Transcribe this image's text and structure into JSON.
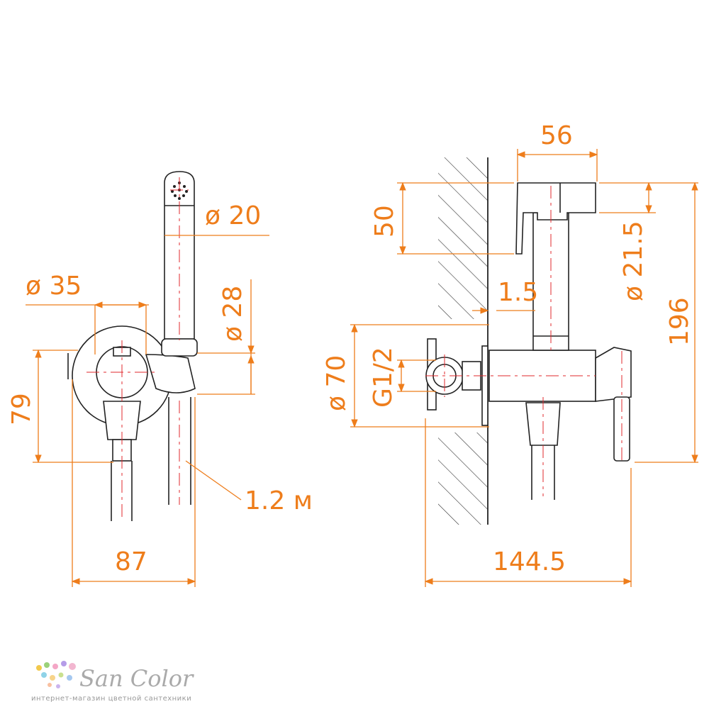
{
  "dimensions": {
    "front": {
      "spray_diameter": "ø 20",
      "body_diameter": "ø 35",
      "hose_diameter": "ø 28",
      "height": "79",
      "hose_length": "1.2 м",
      "width": "87"
    },
    "side": {
      "holder_width": "56",
      "holder_height": "50",
      "head_diameter": "ø 21.5",
      "plate_gap": "1.5",
      "total_height": "196",
      "flange_diameter": "ø 70",
      "thread": "G1/2",
      "depth": "144.5"
    }
  },
  "logo": {
    "brand": "San Color",
    "tagline": "интернет-магазин цветной сантехники"
  }
}
